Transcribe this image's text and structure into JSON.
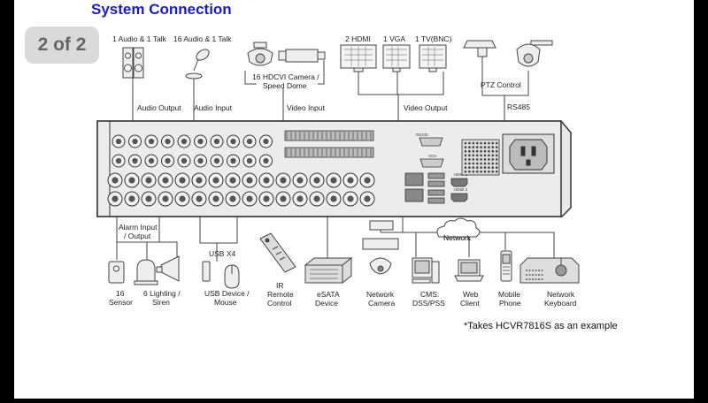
{
  "viewer": {
    "page_indicator": "2 of 2"
  },
  "diagram": {
    "title": "System Connection",
    "top_labels": {
      "audio_talk_1": "1 Audio  & 1 Talk",
      "audio_talk_16": "16 Audio & 1 Talk",
      "hdmi": "2 HDMI",
      "vga": "1 VGA",
      "tv": "1 TV(BNC)",
      "hdcvi_line1": "16 HDCVI Camera /",
      "hdcvi_line2": "Speed Dome",
      "ptz_control": "PTZ Control",
      "rs485": "RS485",
      "audio_output": "Audio  Output",
      "audio_input": "Audio  Input",
      "video_input": "Video Input",
      "video_output": "Video Output"
    },
    "panel_labels": {
      "rs232": "RS232",
      "vga": "VGA",
      "hdmi1": "HDMI 1",
      "hdmi2": "HDMI 2"
    },
    "bottom_labels": {
      "alarm_line1": "Alarm Input",
      "alarm_line2": "/ Output",
      "usb": "USB X4",
      "network": "Network",
      "sensor_line1": "16",
      "sensor_line2": "Sensor",
      "lighting_line1": "6 Lighting /",
      "lighting_line2": "Siren",
      "usb_device_line1": "USB Device /",
      "usb_device_line2": "Mouse",
      "ir_line1": "IR",
      "ir_line2": "Remote",
      "ir_line3": "Control",
      "esata_line1": "eSATA",
      "esata_line2": "Device",
      "netcam_line1": "Network",
      "netcam_line2": "Camera",
      "cms_line1": "CMS:",
      "cms_line2": "DSS/PSS",
      "web_line1": "Web",
      "web_line2": "Client",
      "mobile_line1": "Mobile",
      "mobile_line2": "Phone",
      "keyboard_line1": "Network",
      "keyboard_line2": "Keyboard"
    },
    "footnote": "*Takes HCVR7816S as an example",
    "colors": {
      "title": "#1a1ad0",
      "line": "#444444",
      "device": "#dddddd",
      "background": "#ffffff"
    }
  }
}
